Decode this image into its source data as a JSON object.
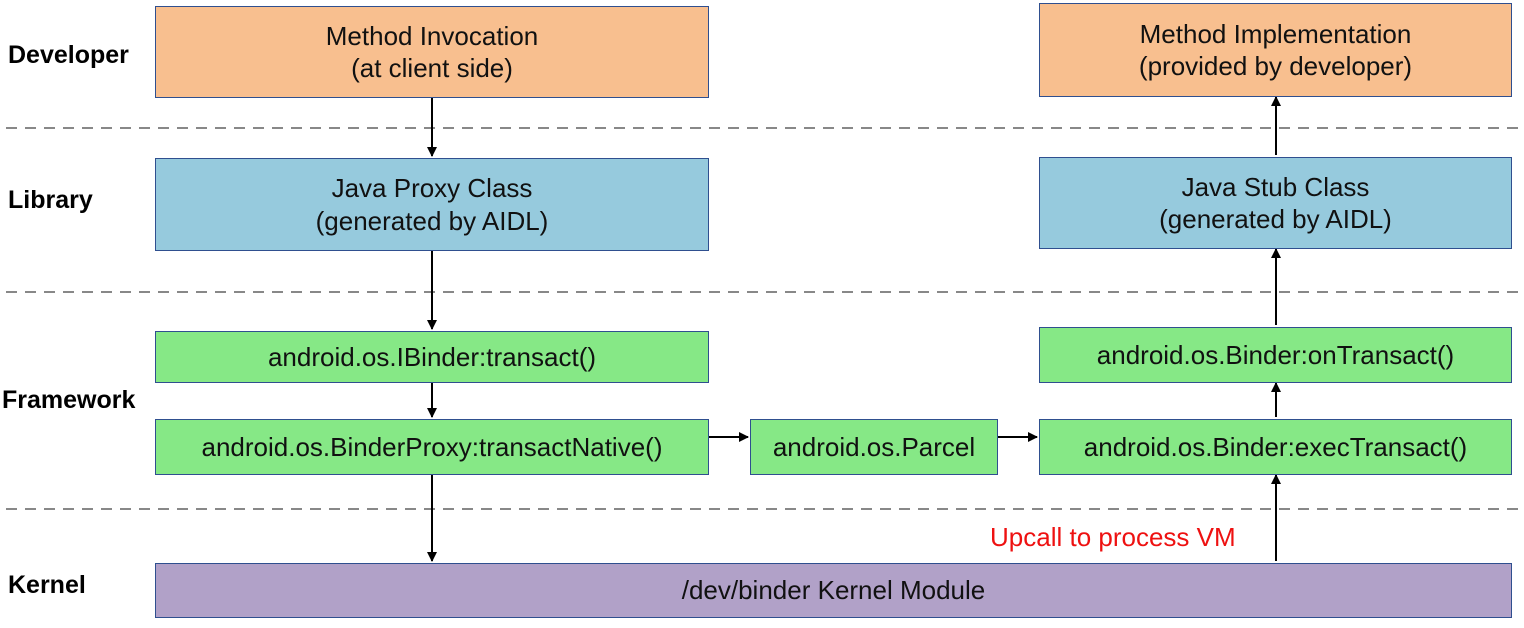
{
  "colors": {
    "developer": "#f8bf8f",
    "library": "#96cadd",
    "framework": "#86e886",
    "kernel": "#b1a1c8",
    "border": "#2f4f8f",
    "note": "#ee1111",
    "divider": "#888888"
  },
  "layers": {
    "developer": "Developer",
    "library": "Library",
    "framework": "Framework",
    "kernel": "Kernel"
  },
  "boxes": {
    "method_invocation": {
      "line1": "Method Invocation",
      "line2": "(at client side)"
    },
    "method_implementation": {
      "line1": "Method Implementation",
      "line2": "(provided by developer)"
    },
    "java_proxy": {
      "line1": "Java Proxy Class",
      "line2": "(generated by AIDL)"
    },
    "java_stub": {
      "line1": "Java Stub Class",
      "line2": "(generated by AIDL)"
    },
    "ibinder_transact": "android.os.IBinder:transact()",
    "binderproxy_transactnative": "android.os.BinderProxy:transactNative()",
    "parcel": "android.os.Parcel",
    "binder_ontransact": "android.os.Binder:onTransact()",
    "binder_exectransact": "android.os.Binder:execTransact()",
    "kernel_module": "/dev/binder Kernel Module"
  },
  "upcall_note": "Upcall to process VM"
}
